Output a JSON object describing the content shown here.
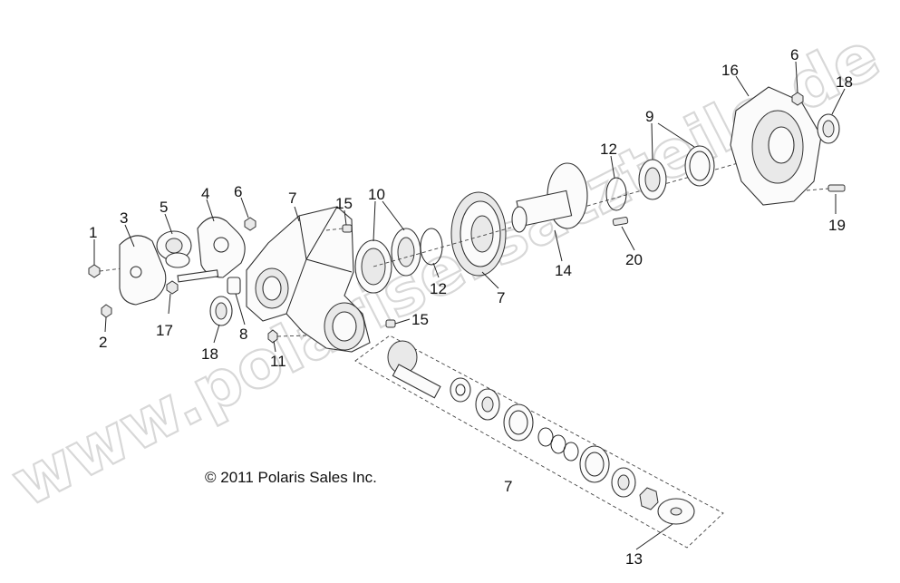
{
  "copyright": "© 2011 Polaris Sales Inc.",
  "watermark": "www.polarisersatzteile.de",
  "callouts": [
    "1",
    "2",
    "3",
    "4",
    "5",
    "6",
    "7",
    "8",
    "9",
    "10",
    "11",
    "12",
    "13",
    "14",
    "15",
    "16",
    "17",
    "18",
    "19",
    "20"
  ],
  "extra_callouts": [
    "6",
    "7",
    "7",
    "12",
    "15",
    "18"
  ]
}
